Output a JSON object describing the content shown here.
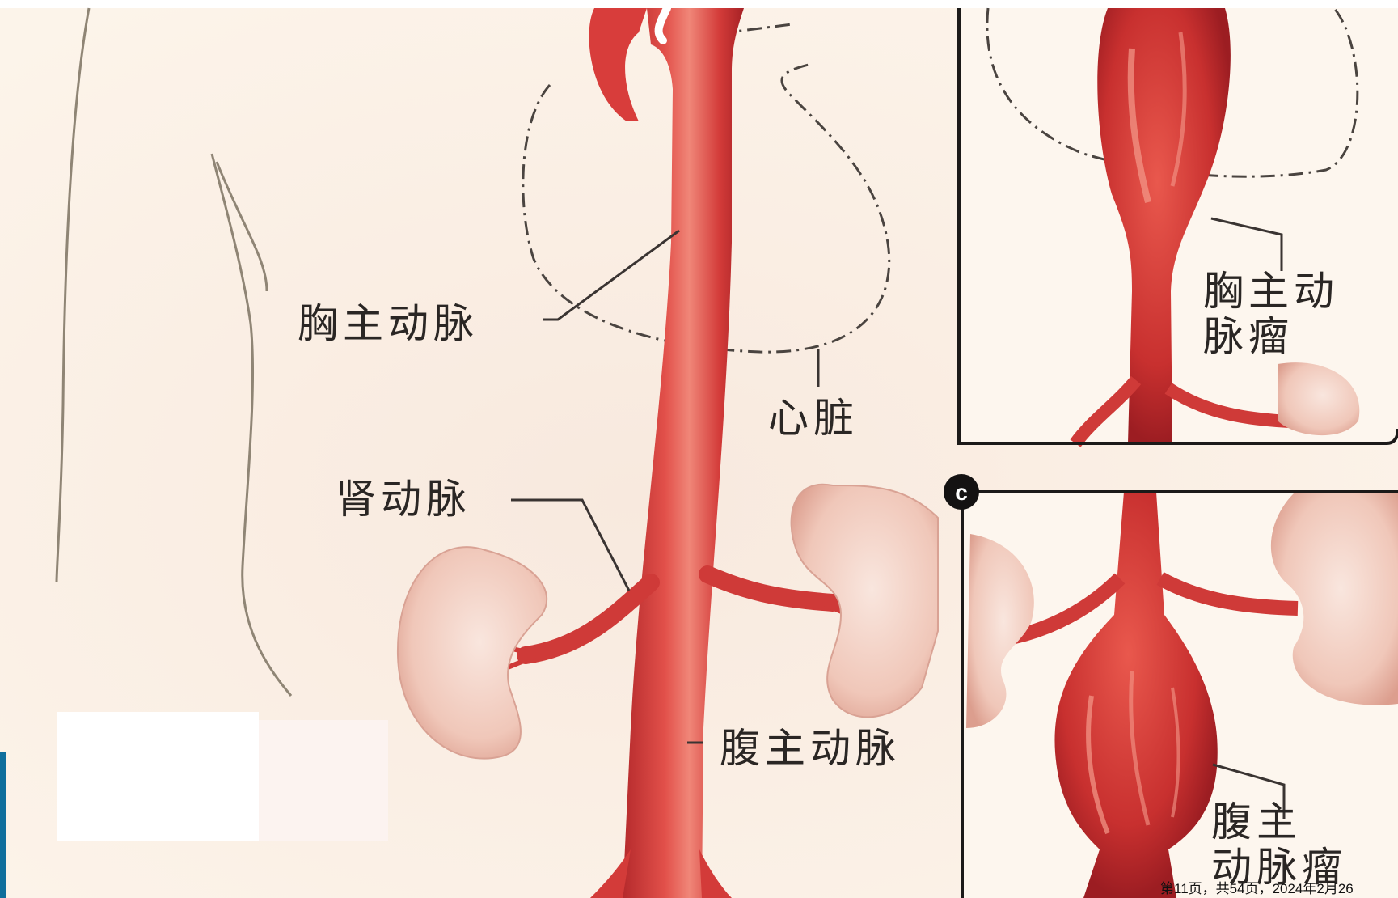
{
  "labels": {
    "thoracic_aorta": "胸主动脉",
    "heart": "心脏",
    "renal_artery": "肾动脉",
    "abdominal_aorta": "腹主动脉",
    "thoracic_aneurysm_line1": "胸主动",
    "thoracic_aneurysm_line2": "脉瘤",
    "abdominal_aneurysm_line1": "腹主",
    "abdominal_aneurysm_line2": "动脉瘤"
  },
  "panel_letter": "c",
  "footer": "第11页，共54页，2024年2月26",
  "colors": {
    "background": "#fbf1e6",
    "skin_shadow": "#efe0cf",
    "artery": "#d23a38",
    "artery_dark": "#a82226",
    "artery_light": "#ee7a72",
    "kidney": "#f2cfc3",
    "kidney_dark": "#e2a597",
    "outline": "#3a3432",
    "edge_bar": "#0f6e9c"
  }
}
